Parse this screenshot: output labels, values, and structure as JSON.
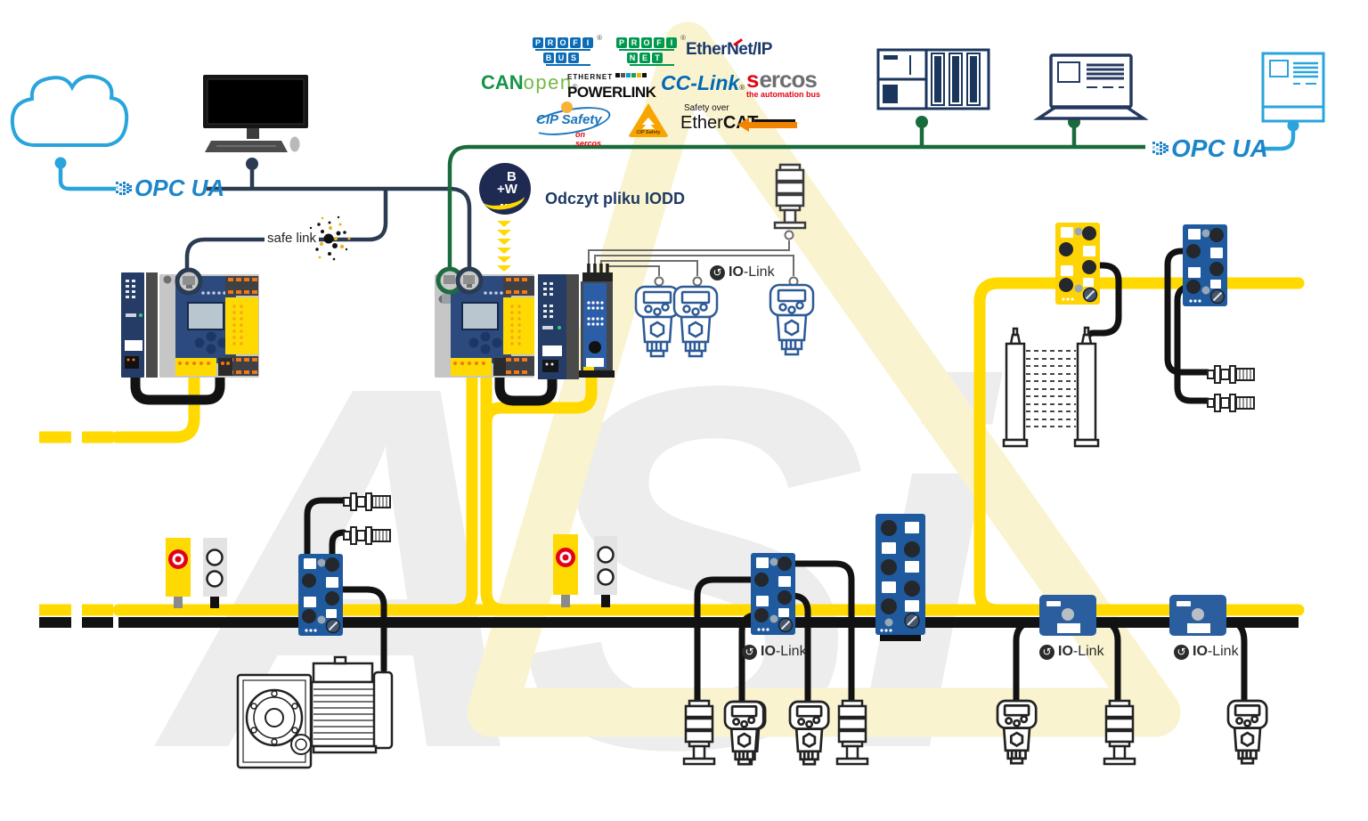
{
  "watermark": {
    "text": "ASi"
  },
  "logos": {
    "profibus": {
      "row1": "PROFI",
      "row2": "BUS",
      "reg": "®"
    },
    "profinet": {
      "row1": "PROFI",
      "row2": "NET",
      "reg": "®"
    },
    "ethernet_ip": {
      "text": "EtherNet/IP"
    },
    "canopen": {
      "bold": "CAN",
      "light": "open",
      "reg": "®"
    },
    "powerlink": {
      "top": "ETHERNET",
      "main": "POWERLINK"
    },
    "cc_link": {
      "text": "CC-Link",
      "reg": "®"
    },
    "sercos": {
      "first": "s",
      "rest": "ercos",
      "sub": "the automation bus"
    },
    "cip_safety_sercos": {
      "main": "CIP Safety",
      "sub": "on sercos"
    },
    "cip_safety_badge": {
      "text": "CIP Safety"
    },
    "ethercat": {
      "top": "Safety over",
      "main1": "Ether",
      "main2": "CAT."
    }
  },
  "network": {
    "opc_ua_left": "OPC UA",
    "opc_ua_right": "OPC UA",
    "safe_link": "safe link",
    "iodd_note": "Odczyt pliku IODD",
    "bw_badge": {
      "line1": "B",
      "line2": "+W"
    }
  },
  "io_link_labels": [
    {
      "bold": "IO",
      "rest": "-Link"
    },
    {
      "bold": "IO",
      "rest": "-Link"
    },
    {
      "bold": "IO",
      "rest": "-Link"
    },
    {
      "bold": "IO",
      "rest": "-Link"
    }
  ],
  "colors": {
    "asi_yellow": "#ffd900",
    "bus_black": "#121212",
    "fieldbus_green": "#1a6b3c",
    "ethernet_navy": "#2a3b52",
    "opc_blue": "#1d86c8",
    "cloud_blue": "#29a4dc",
    "module_blue": "#1f5a9e",
    "gateway_navy": "#2c4a7d",
    "estop_red": "#e3001b",
    "terminal_orange": "#f07818"
  }
}
